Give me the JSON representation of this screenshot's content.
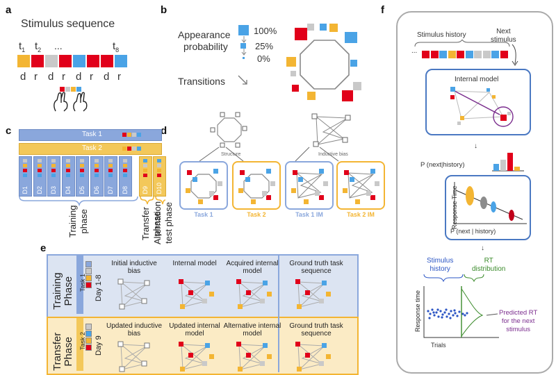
{
  "panels": {
    "a": "a",
    "b": "b",
    "c": "c",
    "d": "d",
    "e": "e",
    "f": "f"
  },
  "panel_a": {
    "title": "Stimulus sequence",
    "t1": "t",
    "t1_sub": "1",
    "t2": "t",
    "t2_sub": "2",
    "ellipsis": "...",
    "t8": "t",
    "t8_sub": "8",
    "letters": [
      "d",
      "r",
      "d",
      "r",
      "d",
      "r",
      "d",
      "r"
    ],
    "colors": [
      "#f3b533",
      "#e1001a",
      "#c9c9c9",
      "#e1001a",
      "#4aa3e6",
      "#e1001a",
      "#e1001a",
      "#4aa3e6"
    ]
  },
  "panel_b": {
    "appearance": "Appearance",
    "probability": "probability",
    "p100": "100%",
    "p25": "25%",
    "p0": "0%",
    "transitions": "Transitions"
  },
  "panel_c": {
    "task1": "Task 1",
    "task2": "Task 2",
    "days": [
      "D1",
      "D2",
      "D3",
      "D4",
      "D5",
      "D6",
      "D7",
      "D8",
      "D9",
      "D10"
    ],
    "training": "Training",
    "training2": "phase",
    "transfer": "Transfer",
    "transfer2": "phase",
    "alternation": "Alternation",
    "alternation2": "test phase"
  },
  "panel_d": {
    "structure": "Structure",
    "inductive_bias": "Inductive bias",
    "labels": [
      "Task 1",
      "Task 2",
      "Task 1 IM",
      "Task 2 IM"
    ],
    "label_colors": [
      "#8aa7dc",
      "#f3b533",
      "#8aa7dc",
      "#f3b533"
    ]
  },
  "panel_e": {
    "training_phase": "Training",
    "training_phase2": "Phase",
    "transfer_phase": "Transfer",
    "transfer_phase2": "Phase",
    "task1": "Task 1",
    "task2": "Task 2",
    "day18": "Day 1-8",
    "day9": "Day 9",
    "row1": [
      "Initial inductive bias",
      "Internal model",
      "Acquired internal model",
      "Ground truth task sequence"
    ],
    "row2": [
      "Updated inductive bias",
      "Updated internal model",
      "Alternative internal model",
      "Ground truth task sequence"
    ],
    "colors": {
      "training_bg": "#dce4f2",
      "transfer_bg": "#fbebc5",
      "training_border": "#8aa7dc",
      "transfer_border": "#f3b533"
    }
  },
  "panel_f": {
    "stimulus_history": "Stimulus history",
    "next": "Next",
    "stimulus": "stimulus",
    "ellipsis": "...",
    "internal_model": "Internal model",
    "p_next_history": "P (next|history)",
    "response_time": "Response Time",
    "p_axis": "P (next | history)",
    "stim_hist_1": "Stimulus",
    "stim_hist_2": "history",
    "rt_1": "RT",
    "rt_2": "distribution",
    "rt_axis": "Response time",
    "trials": "Trials",
    "predicted_1": "Predicted RT",
    "predicted_2": "for the next",
    "predicted_3": "stimulus",
    "history_colors": [
      "#e1001a",
      "#e1001a",
      "#4aa3e6",
      "#f3b533",
      "#e1001a",
      "#4aa3e6",
      "#c9c9c9",
      "#c9c9c9",
      "#4aa3e6",
      "#e1001a"
    ]
  }
}
